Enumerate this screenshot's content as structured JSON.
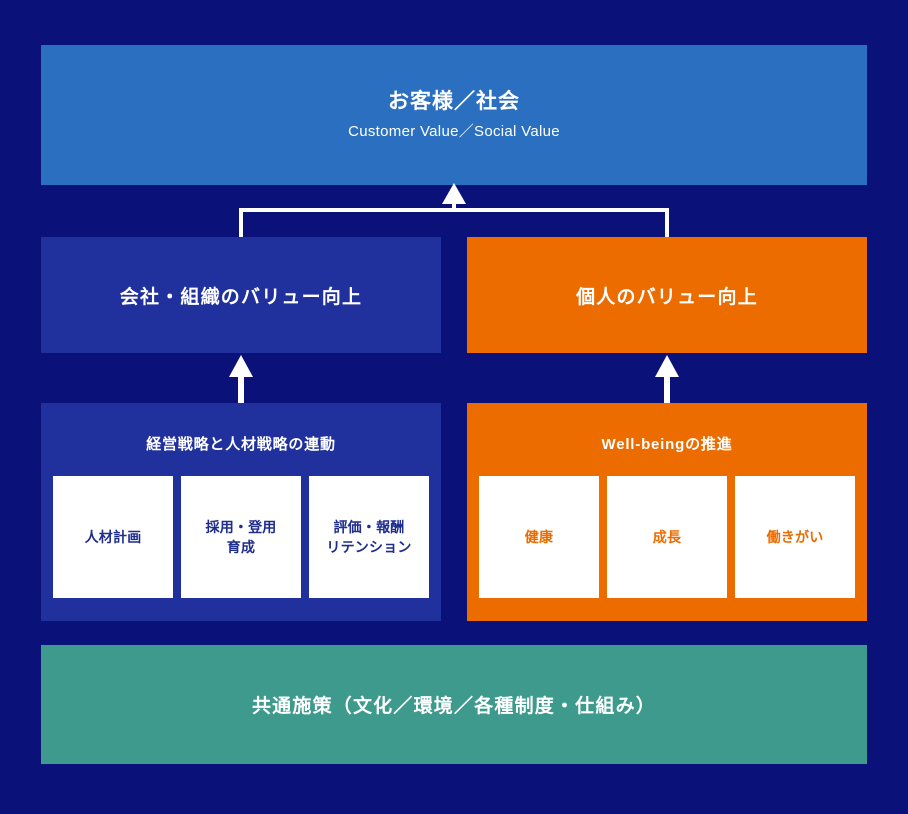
{
  "background_color": "#0a1179",
  "diagram": {
    "type": "hierarchy-pyramid",
    "top": {
      "title_jp": "お客様／社会",
      "title_en": "Customer Value／Social Value",
      "color": "#2b70c0"
    },
    "value_row": [
      {
        "label": "会社・組織のバリュー向上",
        "color": "#20309c"
      },
      {
        "label": "個人のバリュー向上",
        "color": "#ec6c00"
      }
    ],
    "strategy_row": [
      {
        "title": "経営戦略と人材戦略の連動",
        "color": "#20309c",
        "card_text_color": "#1f2d8c",
        "cards": [
          "人材計画",
          "採用・登用\n育成",
          "評価・報酬\nリテンション"
        ]
      },
      {
        "title": "Well-beingの推進",
        "color": "#ec6c00",
        "card_text_color": "#ec6c00",
        "cards": [
          "健康",
          "成長",
          "働きがい"
        ]
      }
    ],
    "foundation": {
      "label": "共通施策（文化／環境／各種制度・仕組み）",
      "color": "#3d9a8c"
    },
    "connectors": {
      "arrow_color": "#ffffff",
      "bracket_to_top": true,
      "arrows_up_count": 3
    }
  }
}
